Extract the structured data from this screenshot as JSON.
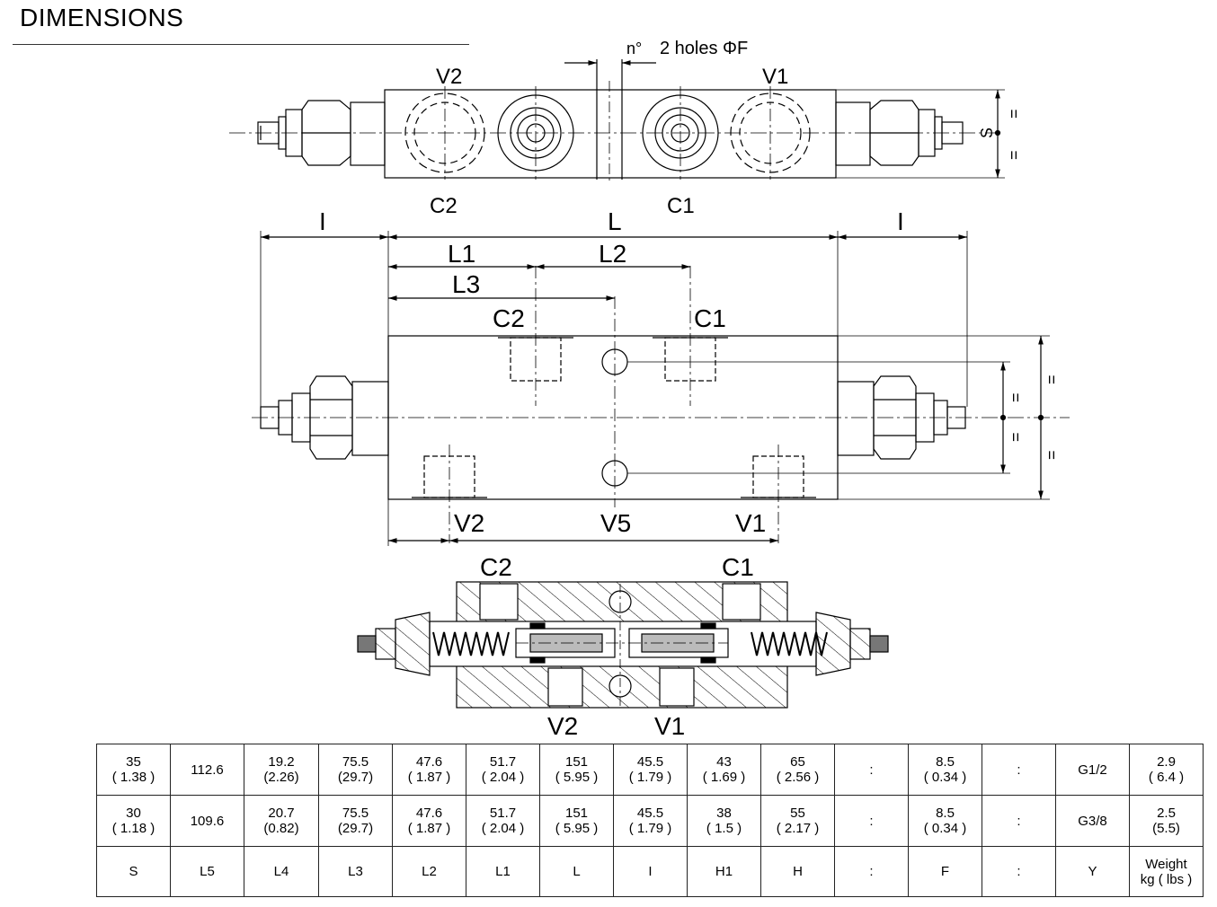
{
  "header": {
    "title": "DIMENSIONS"
  },
  "labels": {
    "holes": "2 holes ΦF",
    "n_deg": "n°",
    "top_view": {
      "v2": "V2",
      "v1": "V1",
      "c2": "C2",
      "c1": "C1",
      "s": "S",
      "h_marks": [
        "=",
        "="
      ]
    },
    "front_view": {
      "l_left": "I",
      "l_center": "L",
      "l_right": "I",
      "l1": "L1",
      "l2": "L2",
      "l3": "L3",
      "c2": "C2",
      "c1": "C1",
      "v2": "V2",
      "v5": "V5",
      "v1": "V1",
      "eq_marks": [
        "=",
        "=",
        "=",
        "="
      ]
    },
    "section_view": {
      "c2": "C2",
      "c1": "C1",
      "v2": "V2",
      "v1": "V1"
    }
  },
  "table": {
    "rows": [
      [
        [
          "35",
          "( 1.38 )"
        ],
        [
          "112.6",
          ""
        ],
        [
          "19.2",
          "(2.26)"
        ],
        [
          "75.5",
          "(29.7)"
        ],
        [
          "47.6",
          "( 1.87 )"
        ],
        [
          "51.7",
          "( 2.04 )"
        ],
        [
          "151",
          "( 5.95 )"
        ],
        [
          "45.5",
          "( 1.79 )"
        ],
        [
          "43",
          "( 1.69 )"
        ],
        [
          "65",
          "( 2.56 )"
        ],
        [
          ":",
          ""
        ],
        [
          "8.5",
          "( 0.34 )"
        ],
        [
          ":",
          ""
        ],
        [
          "G1/2",
          ""
        ],
        [
          "2.9",
          "( 6.4 )"
        ]
      ],
      [
        [
          "30",
          "( 1.18 )"
        ],
        [
          "109.6",
          ""
        ],
        [
          "20.7",
          "(0.82)"
        ],
        [
          "75.5",
          "(29.7)"
        ],
        [
          "47.6",
          "( 1.87 )"
        ],
        [
          "51.7",
          "( 2.04 )"
        ],
        [
          "151",
          "( 5.95 )"
        ],
        [
          "45.5",
          "( 1.79 )"
        ],
        [
          "38",
          "( 1.5 )"
        ],
        [
          "55",
          "( 2.17 )"
        ],
        [
          ":",
          ""
        ],
        [
          "8.5",
          "( 0.34 )"
        ],
        [
          ":",
          ""
        ],
        [
          "G3/8",
          ""
        ],
        [
          "2.5",
          "(5.5)"
        ]
      ],
      [
        [
          "S",
          ""
        ],
        [
          "L5",
          ""
        ],
        [
          "L4",
          ""
        ],
        [
          "L3",
          ""
        ],
        [
          "L2",
          ""
        ],
        [
          "L1",
          ""
        ],
        [
          "L",
          ""
        ],
        [
          "I",
          ""
        ],
        [
          "H1",
          ""
        ],
        [
          "H",
          ""
        ],
        [
          ":",
          ""
        ],
        [
          "F",
          ""
        ],
        [
          ":",
          ""
        ],
        [
          "Y",
          ""
        ],
        [
          "Weight",
          "kg ( lbs )"
        ]
      ]
    ]
  }
}
